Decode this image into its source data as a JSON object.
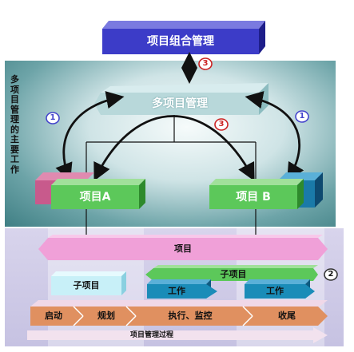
{
  "portfolio": {
    "label": "项目组合管理"
  },
  "multi": {
    "label": "多项目管理"
  },
  "side_label": "多项目管理的主要工作",
  "projects": [
    {
      "label": "项目A"
    },
    {
      "label": "项目 B"
    }
  ],
  "markers": {
    "one": "1",
    "two": "2",
    "three": "3"
  },
  "lower": {
    "project_banner": "项目",
    "subproject_left": "子项目",
    "subproject_right": "子项目",
    "work_left": "工作",
    "work_right": "工作",
    "phases": [
      "启动",
      "规划",
      "执行、监控",
      "收尾"
    ],
    "process_label": "项目管理过程"
  },
  "colors": {
    "portfolio": "#3c3cc8",
    "project": "#5cc85a",
    "project_a_back": "#c85a8c",
    "project_b_back": "#1a7aa8",
    "banner": "#f0a0d8",
    "work": "#1a8cb8",
    "subproject": "#c8f0f8",
    "phase": "#e09060",
    "marker": "#4444cc",
    "marker_red": "#cc2222"
  }
}
